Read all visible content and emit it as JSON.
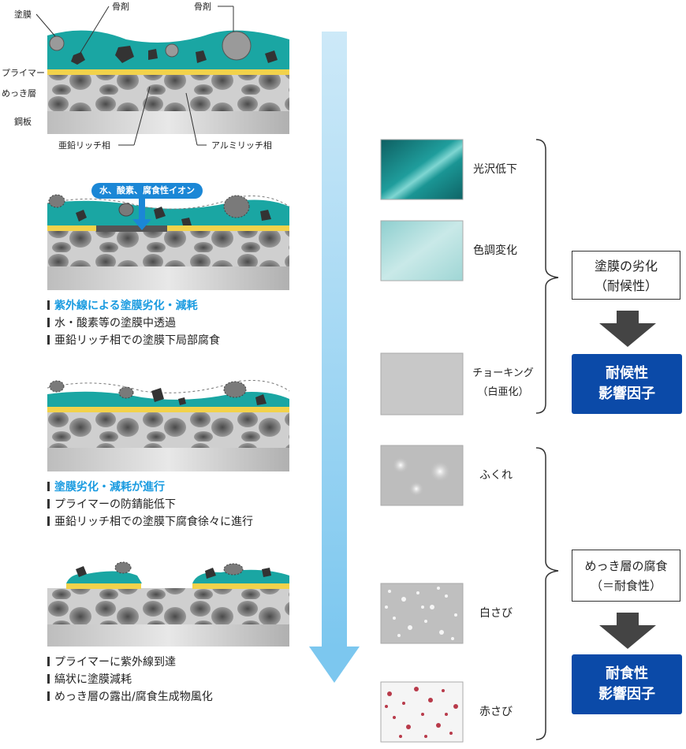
{
  "labels": {
    "coating": "塗膜",
    "aggregate_1": "骨剤",
    "aggregate_2": "骨剤",
    "primer": "プライマー",
    "plating": "めっき層",
    "steel": "鋼板",
    "zinc_rich": "亜鉛リッチ相",
    "alu_rich": "アルミリッチ相",
    "ion_label": "水、酸素、腐食性イオン"
  },
  "stage2_captions": [
    "紫外線による塗膜劣化・減耗",
    "水・酸素等の塗膜中透過",
    "亜鉛リッチ相での塗膜下局部腐食"
  ],
  "stage3_captions": [
    "塗膜劣化・減耗が進行",
    "プライマーの防錆能低下",
    "亜鉛リッチ相での塗膜下腐食徐々に進行"
  ],
  "stage4_captions": [
    "プライマーに紫外線到達",
    "縞状に塗膜減耗",
    "めっき層の露出/腐食生成物風化"
  ],
  "swatches": [
    {
      "line1": "光沢低下",
      "line2": ""
    },
    {
      "line1": "色調変化",
      "line2": ""
    },
    {
      "line1": "チョーキング",
      "line2": "（白亜化）"
    },
    {
      "line1": "ふくれ",
      "line2": ""
    },
    {
      "line1": "白さび",
      "line2": ""
    },
    {
      "line1": "赤さび",
      "line2": ""
    }
  ],
  "weather": {
    "box_line1": "塗膜の劣化",
    "box_line2": "（耐候性）",
    "factor_line1": "耐候性",
    "factor_line2": "影響因子"
  },
  "corrosion": {
    "box_line1": "めっき層の腐食",
    "box_line2": "（＝耐食性）",
    "factor_line1": "耐食性",
    "factor_line2": "影響因子"
  },
  "colors": {
    "coating_teal": "#1aa6a3",
    "primer_yellow": "#f2d24b",
    "arrow_blue": "#8fd0f2",
    "factor_navy": "#0b4aa8",
    "highlight_text": "#1a9be0"
  }
}
